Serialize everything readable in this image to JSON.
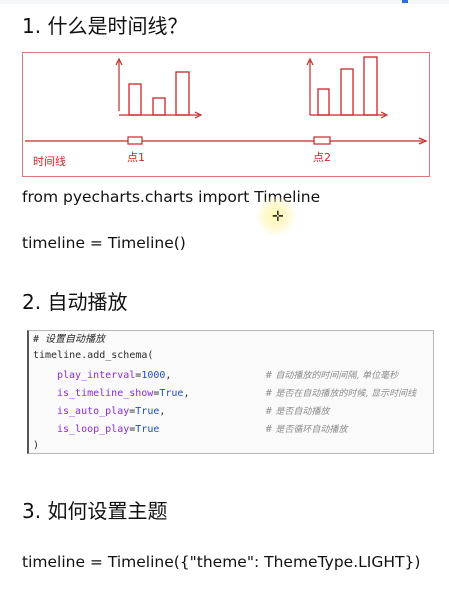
{
  "heading1": "1. 什么是时间线？",
  "diagram": {
    "axis_label": "时间线",
    "point1_label": "点1",
    "point2_label": "点2",
    "accent": "#c62828"
  },
  "line_import": "from pyecharts.charts import Timeline",
  "line_timeline": "timeline = Timeline()",
  "heading2": "2. 自动播放",
  "code": {
    "comment_top": "# 设置自动播放",
    "call": "timeline.add_schema(",
    "rows": [
      {
        "param": "play_interval",
        "value": "1000",
        "tail": ",",
        "comment": "# 自动播放的时间间隔, 单位毫秒"
      },
      {
        "param": "is_timeline_show",
        "value": "True",
        "tail": ",",
        "comment": "# 是否在自动播放的时候, 显示时间线"
      },
      {
        "param": "is_auto_play",
        "value": "True",
        "tail": ",",
        "comment": "# 是否自动播放"
      },
      {
        "param": "is_loop_play",
        "value": "True",
        "tail": "",
        "comment": "# 是否循环自动播放"
      }
    ],
    "close": ")"
  },
  "heading3": "3. 如何设置主题",
  "line_theme": "timeline = Timeline({\"theme\": ThemeType.LIGHT})"
}
